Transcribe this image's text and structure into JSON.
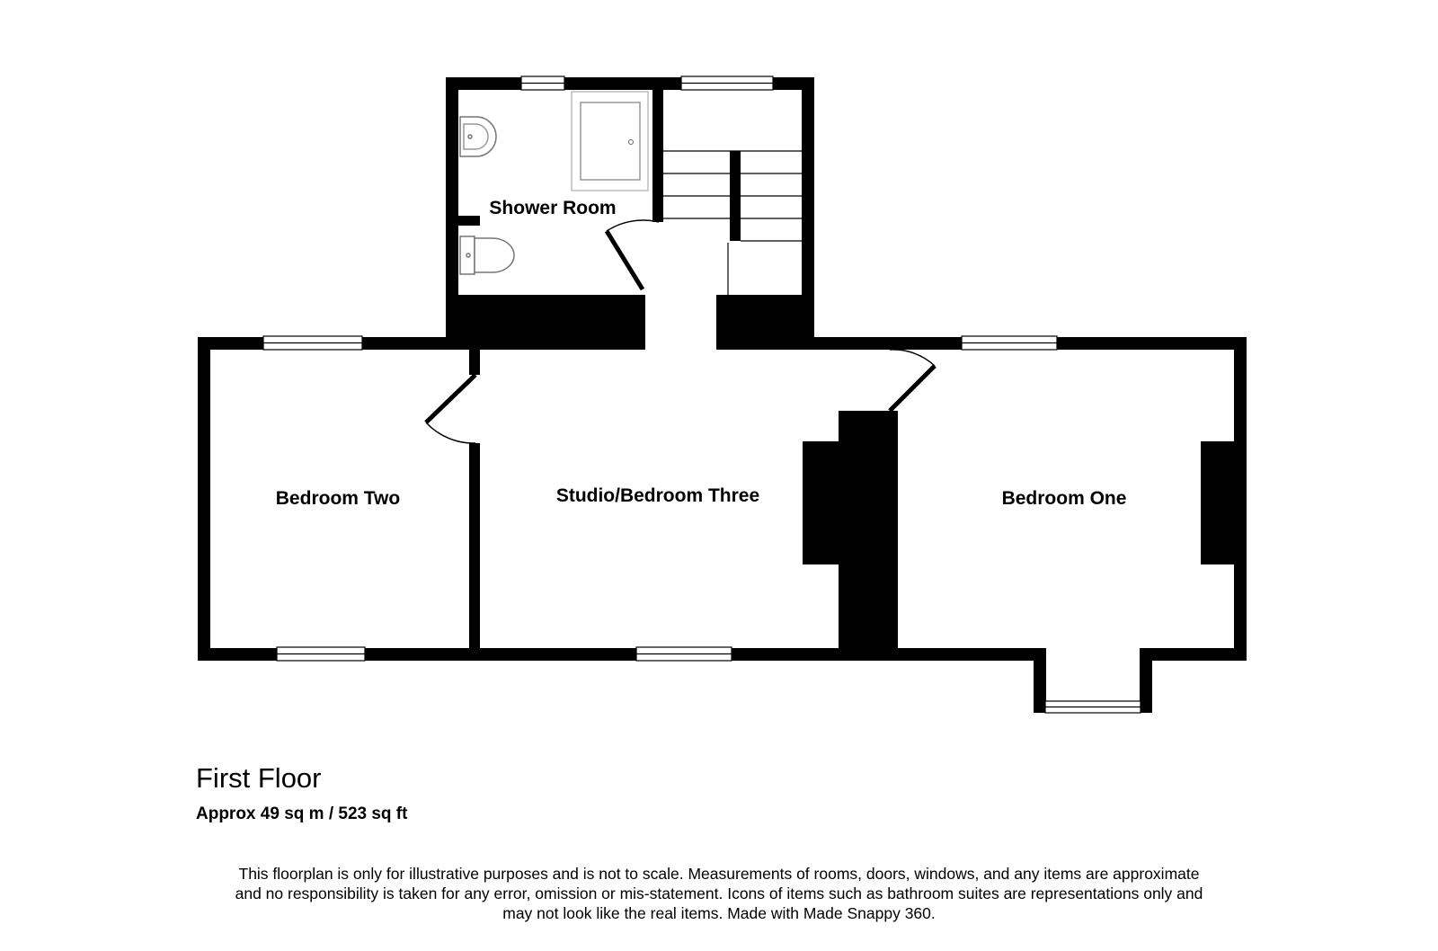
{
  "plan": {
    "rooms": {
      "shower_room": "Shower Room",
      "bedroom_two": "Bedroom Two",
      "studio_bedroom_three": "Studio/Bedroom Three",
      "bedroom_one": "Bedroom One"
    },
    "fixtures": [
      "wash-basin-icon",
      "toilet-icon",
      "shower-tray-icon",
      "staircase-icon"
    ],
    "colors": {
      "wall": "#000000",
      "background": "#ffffff",
      "fixture_line": "#bbbbbb"
    }
  },
  "floor": {
    "title": "First Floor",
    "area": "Approx 49 sq m / 523 sq ft"
  },
  "disclaimer": {
    "line1": "This floorplan is only for illustrative purposes and is not to scale. Measurements of rooms, doors, windows, and any items are approximate",
    "line2": "and no responsibility is taken for any error, omission or mis-statement. Icons of items such as bathroom suites are representations only and",
    "line3": "may not look like the real items. Made with Made Snappy 360."
  }
}
